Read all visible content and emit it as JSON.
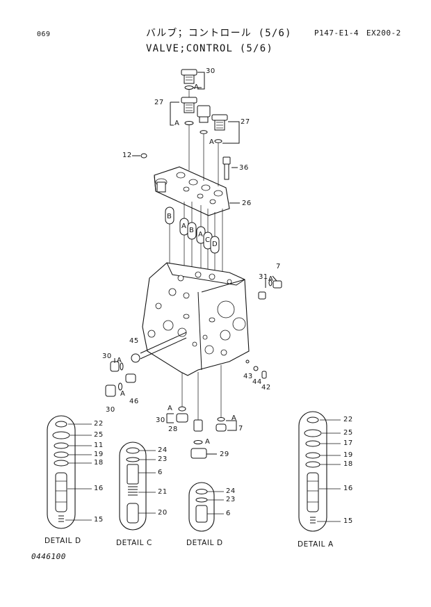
{
  "header": {
    "page_no": "069",
    "title_jp": "バルブ；コントロール (5/6)",
    "title_en": "VALVE;CONTROL (5/6)",
    "ref_code": "P147-E1-4",
    "model": "EX200-2"
  },
  "footer": {
    "drawing_no": "0446100"
  },
  "callouts": {
    "n30a": "30",
    "a1": "A",
    "n27a": "27",
    "a2": "A",
    "a3": "A",
    "n27b": "27",
    "n12": "12",
    "n36": "36",
    "n26": "26",
    "b1": "B",
    "b2": "B",
    "aa": "A",
    "ab": "A",
    "c1": "C",
    "d1": "D",
    "n7a": "7",
    "n31": "31",
    "n45": "45",
    "n30b": "30",
    "a4": "A",
    "a5": "A",
    "n30c": "30",
    "n46": "46",
    "n43": "43",
    "n44": "44",
    "n42": "42",
    "a6": "A",
    "n30d": "30",
    "n28": "28",
    "a7": "A",
    "n7b": "7",
    "a8": "A",
    "n29": "29"
  },
  "details": [
    {
      "caption": "DETAIL D",
      "labels": [
        "22",
        "25",
        "11",
        "19",
        "18",
        "16",
        "15"
      ]
    },
    {
      "caption": "DETAIL C",
      "labels": [
        "24",
        "23",
        "6",
        "21",
        "20"
      ]
    },
    {
      "caption": "DETAIL D",
      "labels": [
        "24",
        "23",
        "6"
      ]
    },
    {
      "caption": "DETAIL A",
      "labels": [
        "22",
        "25",
        "17",
        "19",
        "18",
        "16",
        "15"
      ]
    }
  ]
}
